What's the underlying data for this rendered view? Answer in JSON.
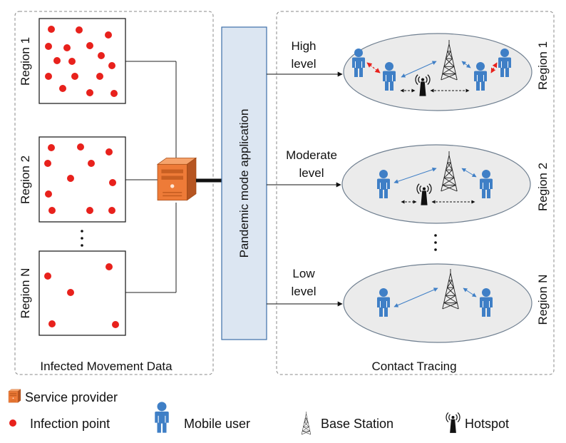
{
  "panels": {
    "left_title": "Infected Movement Data",
    "right_title": "Contact Tracing"
  },
  "app": {
    "label": "Pandemic mode application"
  },
  "regions_left": [
    "Region 1",
    "Region 2",
    "Region N"
  ],
  "regions_right": [
    "Region 1",
    "Region 2",
    "Region N"
  ],
  "levels": [
    {
      "line1": "High",
      "line2": "level"
    },
    {
      "line1": "Moderate",
      "line2": "level"
    },
    {
      "line1": "Low",
      "line2": "level"
    }
  ],
  "legend": {
    "service_provider": "Service provider",
    "infection_point": "Infection point",
    "mobile_user": "Mobile user",
    "base_station": "Base Station",
    "hotspot": "Hotspot"
  },
  "colors": {
    "infection": "#e8211c",
    "user": "#3f7fc6",
    "app_fill": "#dce6f2",
    "server": "#e8793a",
    "ellipse_fill": "#ebebeb"
  }
}
